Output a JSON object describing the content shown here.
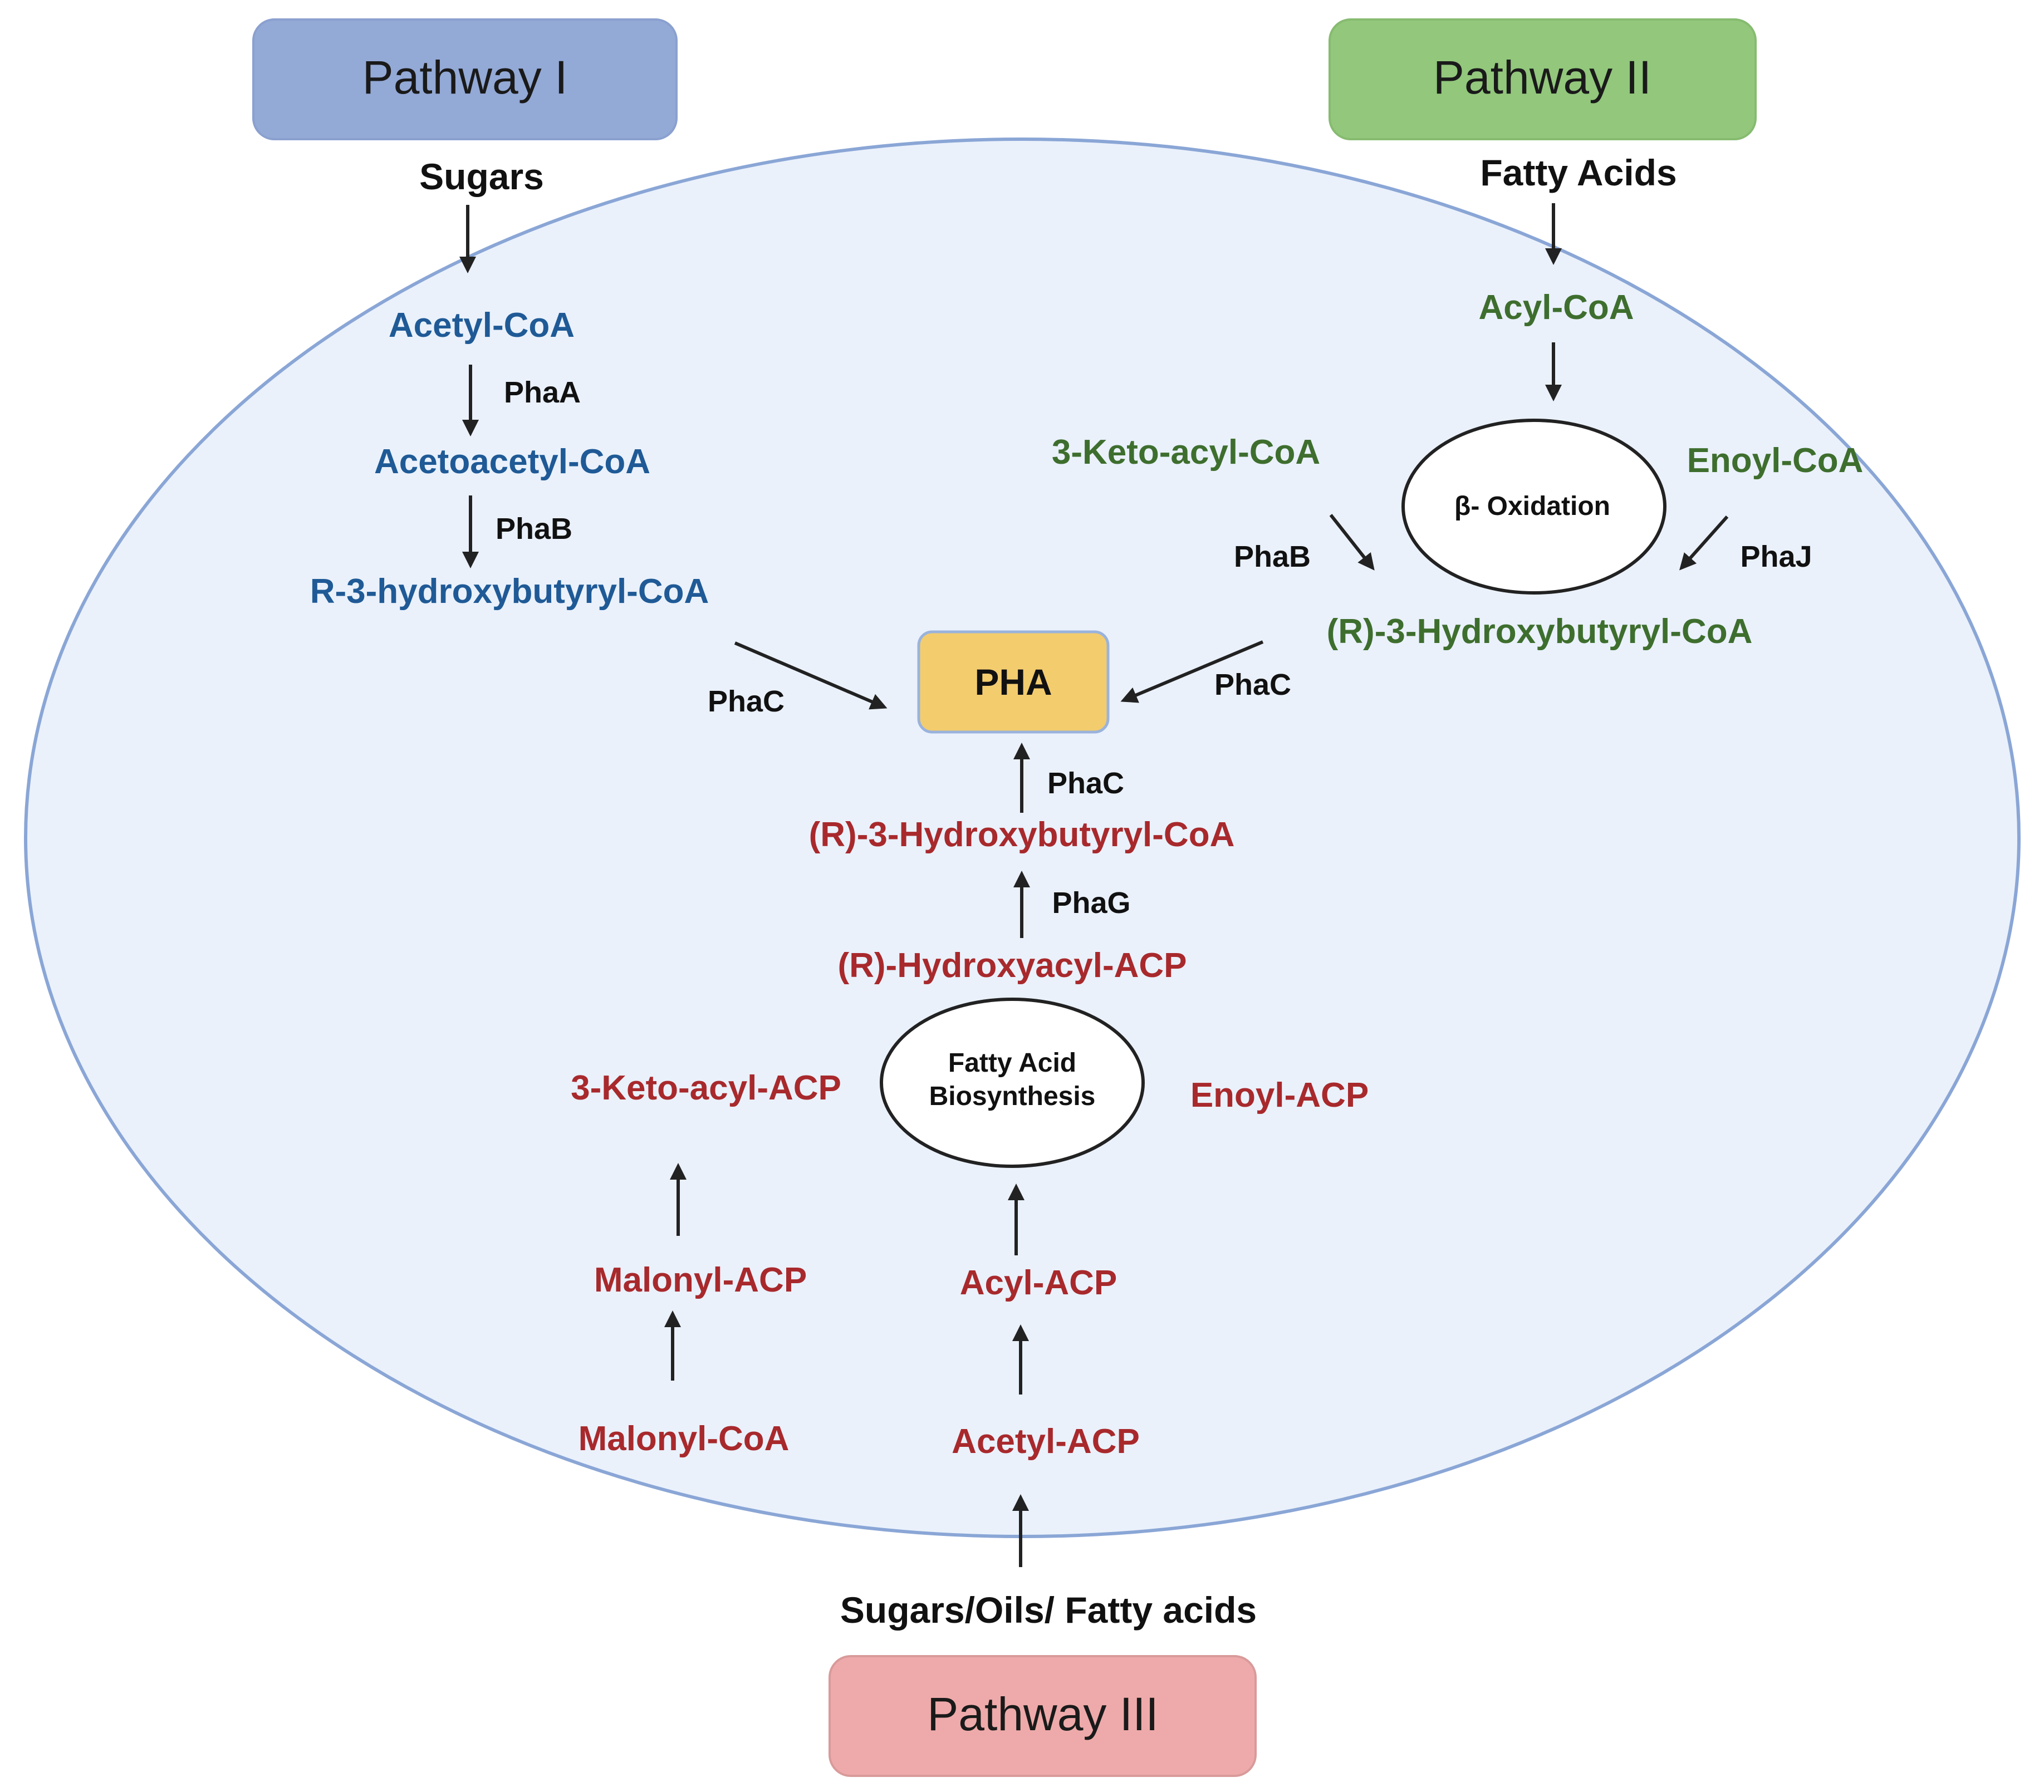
{
  "colors": {
    "pathway1": "#1f5a96",
    "pathway2": "#3e6e2e",
    "pathway3": "#a8292c",
    "cell_fill": "#eaf1fb",
    "cell_stroke": "#8aa6d6",
    "box1": "#93a9d6",
    "box2": "#92c77c",
    "box3": "#eeaaaa",
    "pha_box": "#f3cc6e"
  },
  "headers": {
    "pathway1": "Pathway I",
    "pathway2": "Pathway II",
    "pathway3": "Pathway III"
  },
  "sources": {
    "sugars": "Sugars",
    "fatty_acids": "Fatty Acids",
    "mixed": "Sugars/Oils/ Fatty acids"
  },
  "pathway1": {
    "acetyl_coa": "Acetyl-CoA",
    "acetoacetyl_coa": "Acetoacetyl-CoA",
    "r3hb_coa": "R-3-hydroxybutyryl-CoA",
    "enzyme_phaA": "PhaA",
    "enzyme_phaB": "PhaB",
    "enzyme_phaC": "PhaC"
  },
  "pathway2": {
    "acyl_coa": "Acyl-CoA",
    "keto_acyl_coa": "3-Keto-acyl-CoA",
    "enoyl_coa": "Enoyl-CoA",
    "beta_oxidation": "β- Oxidation",
    "r3hb_coa": "(R)-3-Hydroxybutyryl-CoA",
    "enzyme_phaB": "PhaB",
    "enzyme_phaJ": "PhaJ",
    "enzyme_phaC": "PhaC"
  },
  "center": {
    "pha": "PHA"
  },
  "pathway3": {
    "r3hb_coa": "(R)-3-Hydroxybutyryl-CoA",
    "hydroxyacyl_acp": "(R)-Hydroxyacyl-ACP",
    "keto_acyl_acp": "3-Keto-acyl-ACP",
    "enoyl_acp": "Enoyl-ACP",
    "fab_line1": "Fatty Acid",
    "fab_line2": "Biosynthesis",
    "malonyl_acp": "Malonyl-ACP",
    "malonyl_coa": "Malonyl-CoA",
    "acyl_acp": "Acyl-ACP",
    "acetyl_acp": "Acetyl-ACP",
    "enzyme_phaC": "PhaC",
    "enzyme_phaG": "PhaG"
  }
}
